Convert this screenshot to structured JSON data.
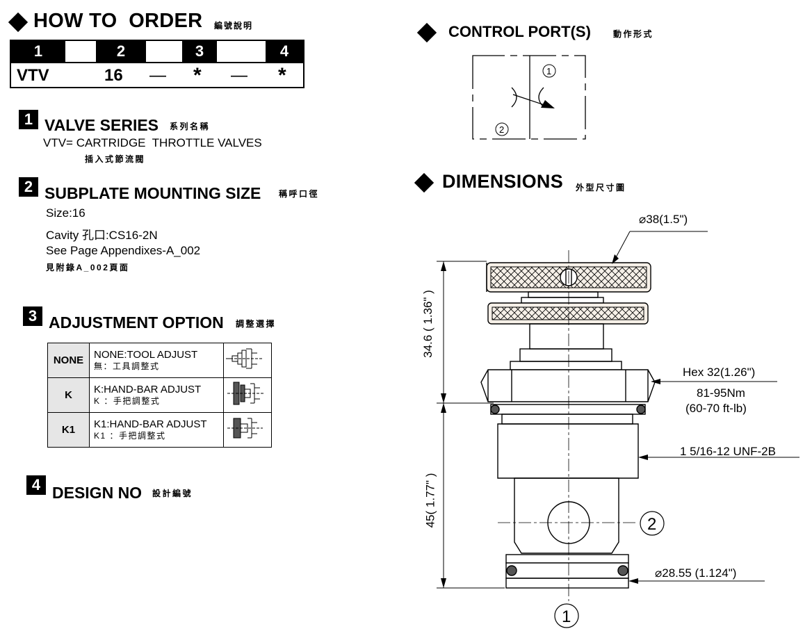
{
  "how_to_order": {
    "title": "HOW TO  ORDER",
    "title_cjk": "編號說明",
    "fields": [
      {
        "num": "1",
        "value": "VTV"
      },
      {
        "num": "2",
        "value": "16"
      },
      {
        "num": "3",
        "value": "*"
      },
      {
        "num": "4",
        "value": "*"
      }
    ],
    "dash": "—"
  },
  "sections": {
    "valve_series": {
      "num": "1",
      "title": "VALVE SERIES",
      "title_cjk": "系列名稱",
      "line1": "VTV= CARTRIDGE  THROTTLE VALVES",
      "line1_cjk": "插入式節流閥"
    },
    "subplate": {
      "num": "2",
      "title": "SUBPLATE MOUNTING SIZE",
      "title_cjk": "稱呼口徑",
      "size": "Size:16",
      "cavity": "Cavity 孔口:CS16-2N",
      "see_page": "See Page Appendixes-A_002",
      "see_page_cjk": "見附錄A_002頁面"
    },
    "adjustment": {
      "num": "3",
      "title": "ADJUSTMENT OPTION",
      "title_cjk": "調整選擇",
      "options": [
        {
          "code": "NONE",
          "desc": "NONE:TOOL ADJUST",
          "desc_cjk": "無：工具調整式",
          "icon": "tool-adjust-icon"
        },
        {
          "code": "K",
          "desc": "K:HAND-BAR ADJUST",
          "desc_cjk": "K ：手把調整式",
          "icon": "hand-bar-icon"
        },
        {
          "code": "K1",
          "desc": "K1:HAND-BAR ADJUST",
          "desc_cjk": "K1 ：手把調整式",
          "icon": "hand-bar-icon"
        }
      ]
    },
    "design_no": {
      "num": "4",
      "title": "DESIGN NO",
      "title_cjk": "設計編號"
    }
  },
  "control_ports": {
    "title": "CONTROL PORT(S)",
    "title_cjk": "動作形式",
    "port1": "①",
    "port2": "②"
  },
  "dimensions": {
    "title": "DIMENSIONS",
    "title_cjk": "外型尺寸圖",
    "dia_top": "⌀38(1.5\")",
    "height_upper": "34.6 ( 1.36\" )",
    "height_lower": "45( 1.77\" )",
    "hex": "Hex 32(1.26\")",
    "torque_nm": "81-95Nm",
    "torque_ftlb": "(60-70 ft-lb)",
    "thread": "1 5/16-12 UNF-2B",
    "dia_bottom": "⌀28.55 (1.124\")",
    "port2_label": "②",
    "port1_label": "①"
  }
}
